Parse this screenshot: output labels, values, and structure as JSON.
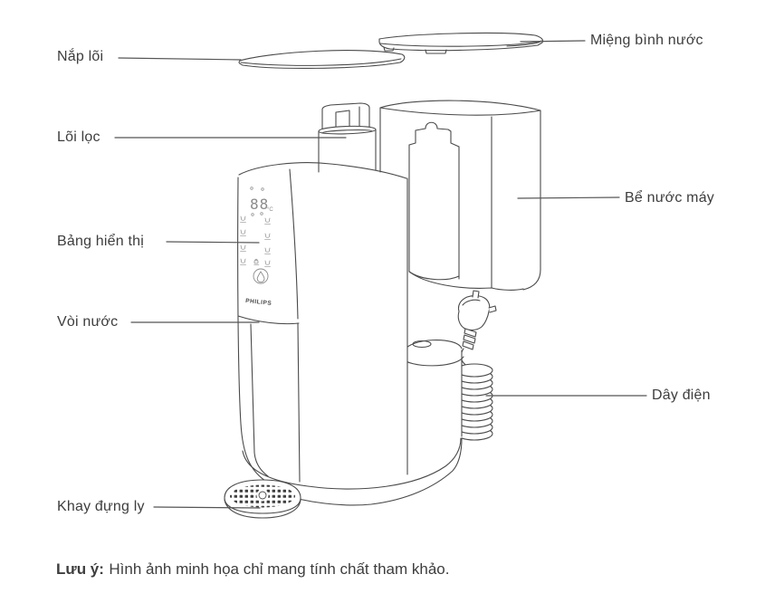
{
  "note": {
    "prefix": "Lưu ý:",
    "text": "Hình ảnh minh họa chỉ mang tính chất tham khảo."
  },
  "labels": {
    "left": [
      {
        "id": "nap-loi",
        "text": "Nắp lõi"
      },
      {
        "id": "loi-loc",
        "text": "Lõi lọc"
      },
      {
        "id": "bang-hien-thi",
        "text": "Bảng hiển thị"
      },
      {
        "id": "voi-nuoc",
        "text": "Vòi nước"
      },
      {
        "id": "khay-dung-ly",
        "text": "Khay đựng ly"
      }
    ],
    "right": [
      {
        "id": "mieng-binh-nuoc",
        "text": "Miệng bình nước"
      },
      {
        "id": "be-nuoc-may",
        "text": "Bể nước máy"
      },
      {
        "id": "day-dien",
        "text": "Dây điện"
      }
    ]
  },
  "device": {
    "brand": "PHILIPS",
    "panel": {
      "temp_display": "88",
      "temp_unit": "°C"
    }
  },
  "colors": {
    "line": "#4a4a4a",
    "text": "#3d3d3d",
    "background": "#ffffff"
  }
}
